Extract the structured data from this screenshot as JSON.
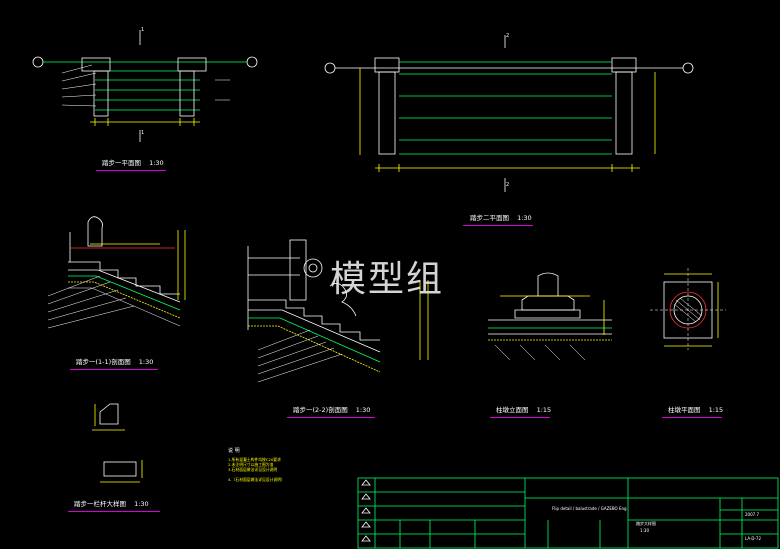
{
  "drawing_titles": {
    "plan1": "踏步一平面图",
    "plan1_scale": "1:30",
    "plan2": "踏步二平面图",
    "plan2_scale": "1:30",
    "section1": "踏步一(1-1)剖面图",
    "section1_scale": "1:30",
    "section2": "踏步一(2-2)剖面图",
    "section2_scale": "1:30",
    "post_elev": "柱墩立面图",
    "post_elev_scale": "1:15",
    "post_plan": "柱墩平面图",
    "post_plan_scale": "1:15",
    "detail": "踏步一栏杆大样图",
    "detail_scale": "1:30"
  },
  "section_marks": {
    "mark1": "1",
    "mark2": "2"
  },
  "notes": {
    "heading": "说 明",
    "lines": [
      "1.所有混凝土构件均按C20要求",
      "2.未注明尺寸以施工图为准",
      "3.石材面层做法详见设计说明",
      "4.（石材面层做法详见设计说明）"
    ]
  },
  "watermark": "模型组",
  "title_block": {
    "date": "2007.7",
    "scale_label": "1:30",
    "sheet": "LA-D-72",
    "drawing_name": "踏步大样图",
    "project_line": "Flip detail / balustrade / GAZEBO Eng"
  }
}
